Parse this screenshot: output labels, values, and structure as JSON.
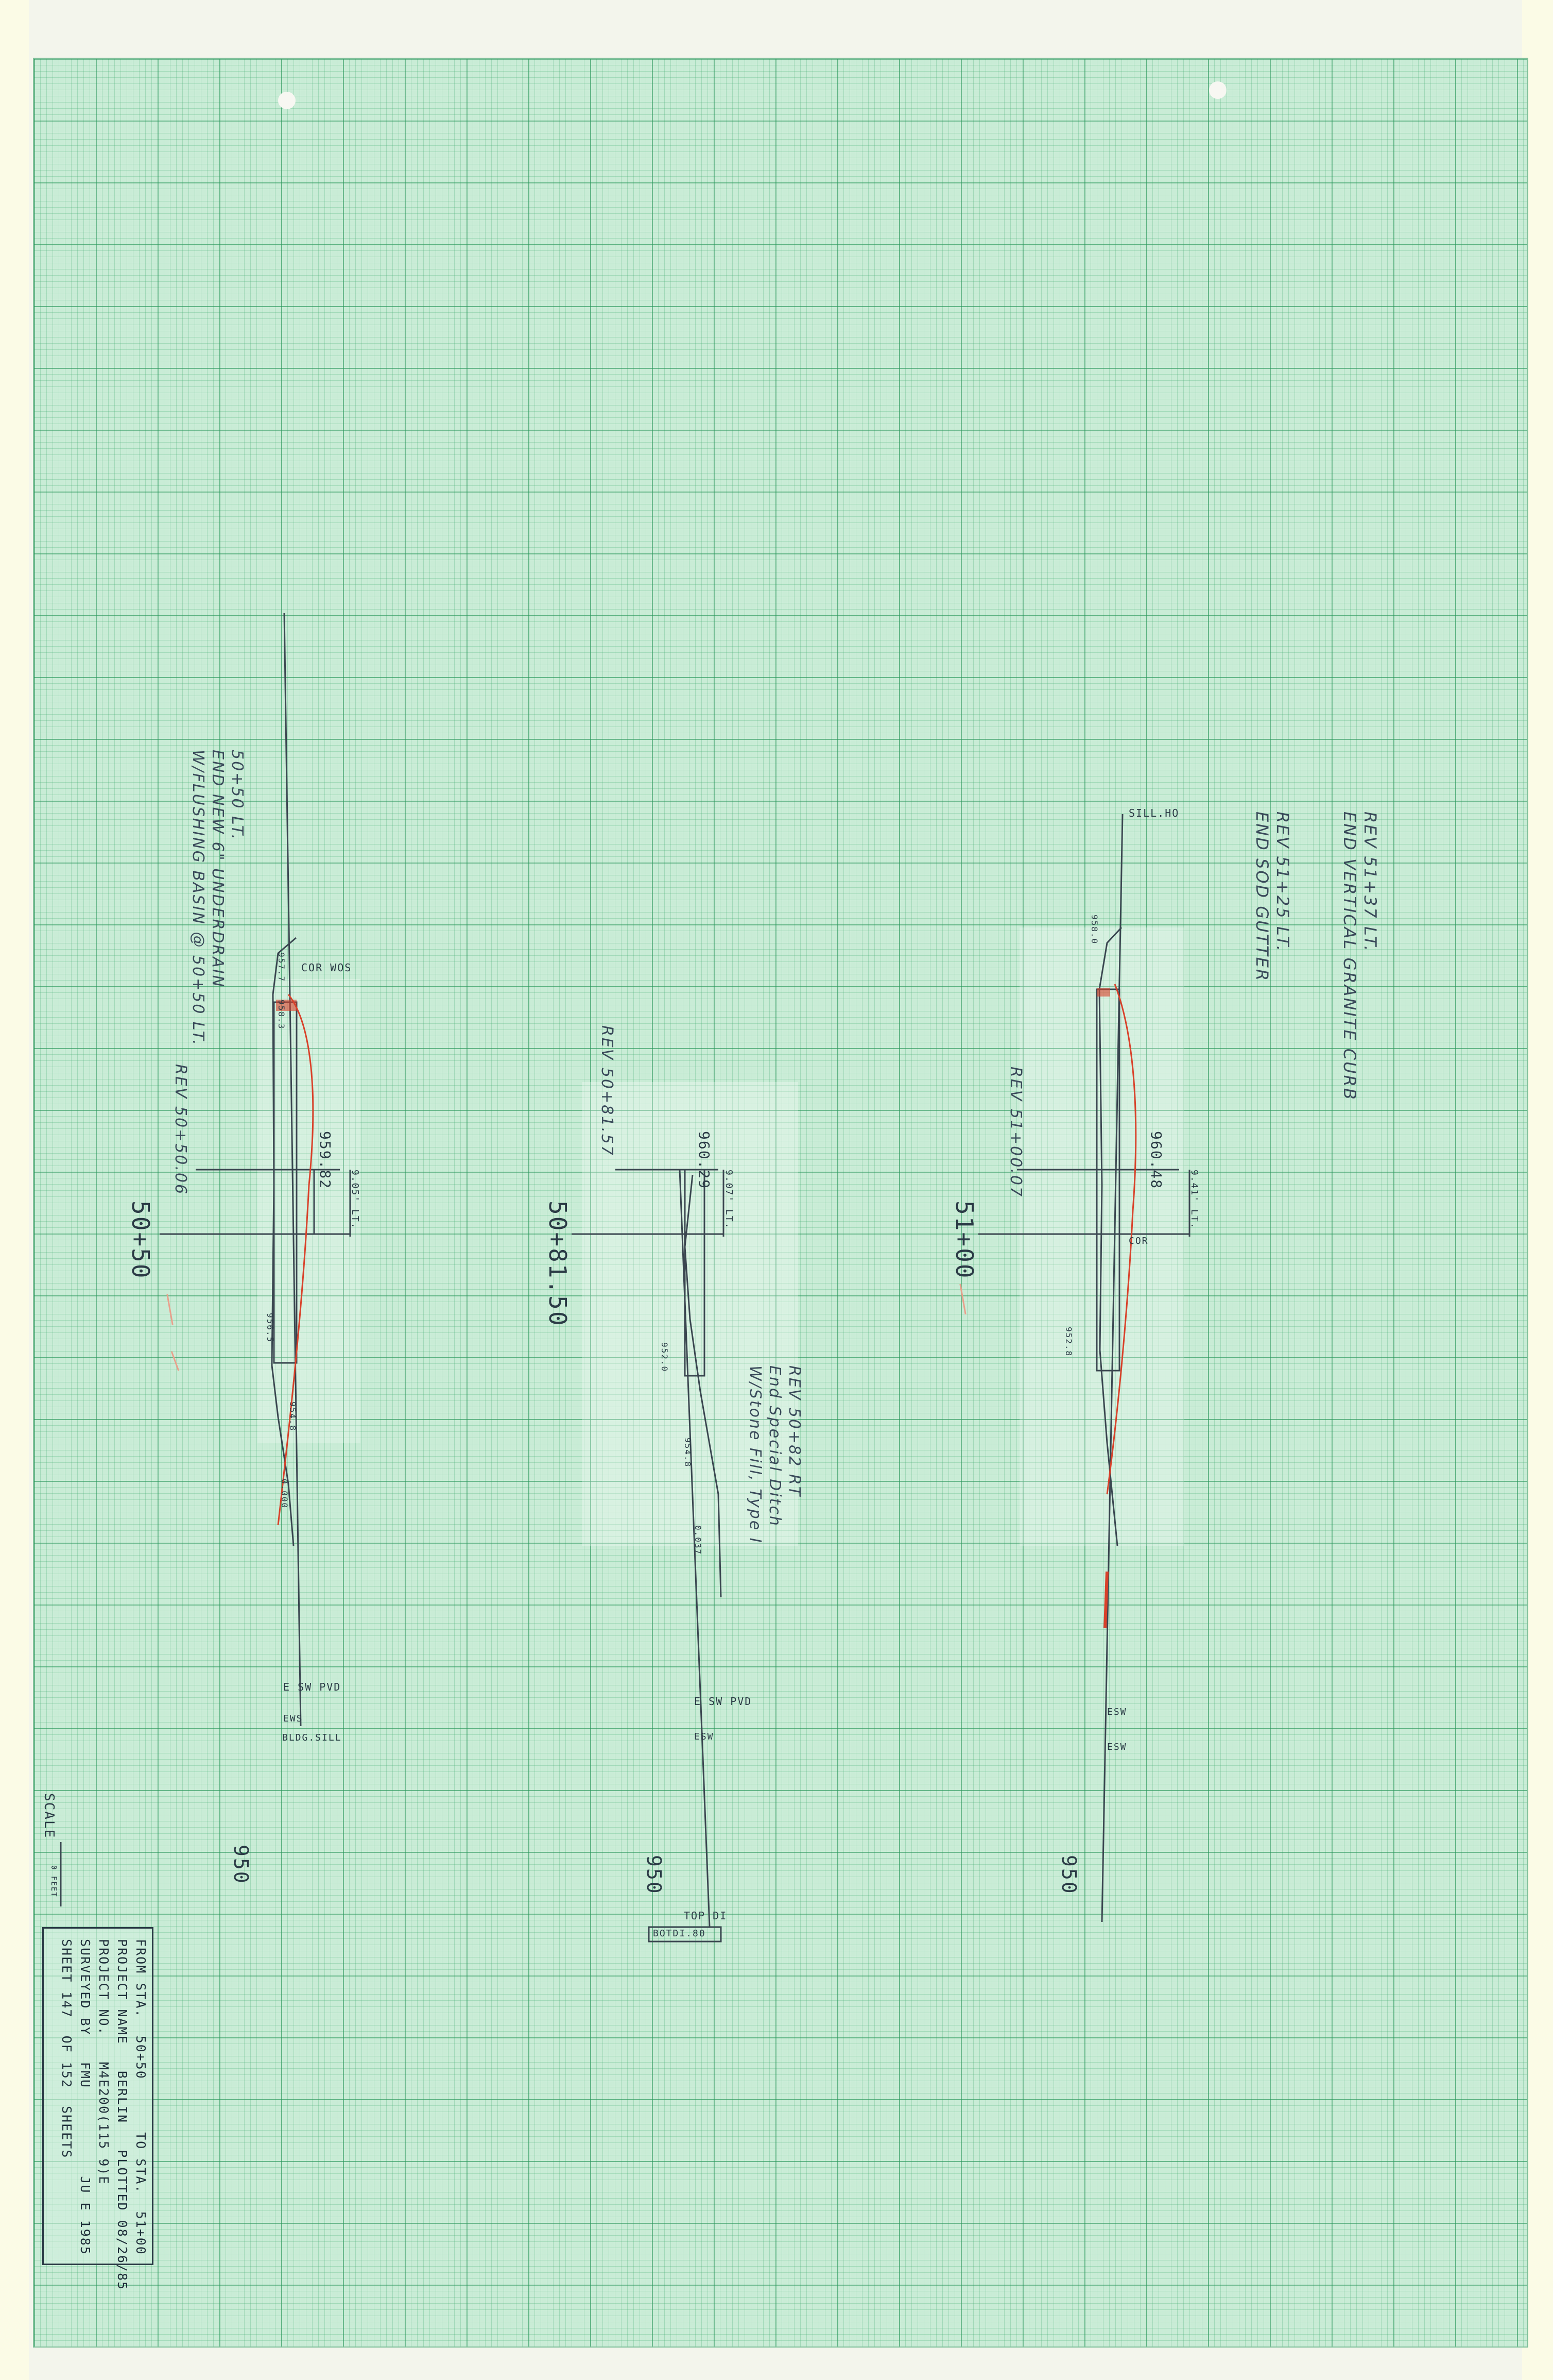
{
  "title_block": {
    "lines": [
      "FROM STA.  50+50      TO STA.  51+00",
      "PROJECT NAME   BERLIN   PLOTTED 08/26/85",
      "PROJECT NO.   M4E200(115 9)E",
      "SURVEYED BY   FMU          JU E 1985",
      "SHEET 147  OF 152  SHEETS"
    ]
  },
  "scale_label": "SCALE",
  "scale_units": "0 FEET",
  "sections": [
    {
      "station": "50+50",
      "rev_station": "REV 50+50.06",
      "cl_elevation": "959.82",
      "offset_text": "9.05' LT.",
      "notes": [
        "50+50 LT.",
        "END NEW 6\" UNDERDRAIN",
        "W/FLUSHING BASIN @ 50+50 LT."
      ],
      "labels": [
        "COR WOS",
        "E SW PVD",
        "EWS",
        "BLDG.SILL"
      ],
      "elevations": [
        "957.7",
        "958.3",
        "956.5",
        "954.8",
        "0.000"
      ],
      "datum": "950"
    },
    {
      "station": "50+81.50",
      "rev_station": "REV 50+81.57",
      "cl_elevation": "960.29",
      "offset_text": "9.07' LT.",
      "notes": [
        "REV 50+82 RT",
        "End Special Ditch",
        "W/Stone Fill, Type I"
      ],
      "labels": [
        "E SW PVD",
        "ESW",
        "TOP DI",
        "BOTDI.80"
      ],
      "elevations": [
        "952.0",
        "954.8",
        "0.037"
      ],
      "datum": "950"
    },
    {
      "station": "51+00",
      "rev_station": "REV 51+00.07",
      "cl_elevation": "960.48",
      "offset_text": "9.41' LT.",
      "notes": [
        "REV 51+37 LT.",
        "END VERTICAL GRANITE CURB",
        "REV 51+25 LT.",
        "END SOD GUTTER"
      ],
      "labels": [
        "SILL.HO",
        "COR",
        "ESW",
        "ESW"
      ],
      "elevations": [
        "958.0",
        "952.8"
      ],
      "datum": "950"
    }
  ],
  "colors": {
    "grid": "#2e9a5e",
    "paper": "#c9ecd6",
    "ink": "#2a3a45",
    "red_pencil": "#d9412a"
  }
}
